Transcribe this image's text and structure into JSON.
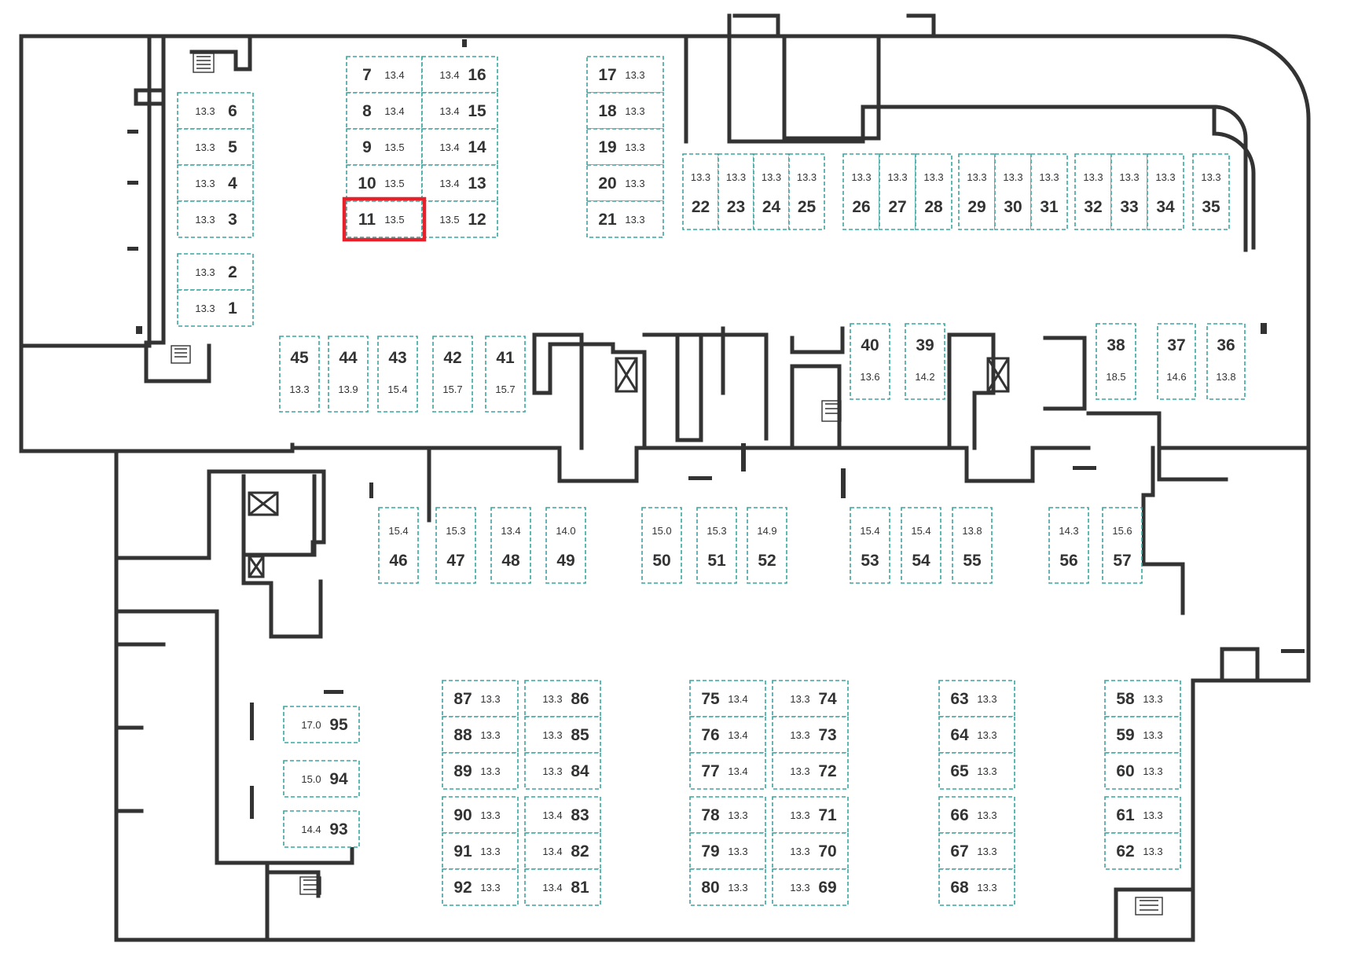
{
  "plan": {
    "highlight_color": "#e8202a",
    "space_border_color": "#3aa6a0",
    "selected_space": "11",
    "spaces": [
      {
        "n": "7",
        "a": "13.4"
      },
      {
        "n": "8",
        "a": "13.4"
      },
      {
        "n": "9",
        "a": "13.5"
      },
      {
        "n": "10",
        "a": "13.5"
      },
      {
        "n": "11",
        "a": "13.5"
      },
      {
        "n": "16",
        "a": "13.4"
      },
      {
        "n": "15",
        "a": "13.4"
      },
      {
        "n": "14",
        "a": "13.4"
      },
      {
        "n": "13",
        "a": "13.4"
      },
      {
        "n": "12",
        "a": "13.5"
      },
      {
        "n": "6",
        "a": "13.3"
      },
      {
        "n": "5",
        "a": "13.3"
      },
      {
        "n": "4",
        "a": "13.3"
      },
      {
        "n": "3",
        "a": "13.3"
      },
      {
        "n": "2",
        "a": "13.3"
      },
      {
        "n": "1",
        "a": "13.3"
      },
      {
        "n": "17",
        "a": "13.3"
      },
      {
        "n": "18",
        "a": "13.3"
      },
      {
        "n": "19",
        "a": "13.3"
      },
      {
        "n": "20",
        "a": "13.3"
      },
      {
        "n": "21",
        "a": "13.3"
      },
      {
        "n": "22",
        "a": "13.3"
      },
      {
        "n": "23",
        "a": "13.3"
      },
      {
        "n": "24",
        "a": "13.3"
      },
      {
        "n": "25",
        "a": "13.3"
      },
      {
        "n": "26",
        "a": "13.3"
      },
      {
        "n": "27",
        "a": "13.3"
      },
      {
        "n": "28",
        "a": "13.3"
      },
      {
        "n": "29",
        "a": "13.3"
      },
      {
        "n": "30",
        "a": "13.3"
      },
      {
        "n": "31",
        "a": "13.3"
      },
      {
        "n": "32",
        "a": "13.3"
      },
      {
        "n": "33",
        "a": "13.3"
      },
      {
        "n": "34",
        "a": "13.3"
      },
      {
        "n": "35",
        "a": "13.3"
      },
      {
        "n": "45",
        "a": "13.3"
      },
      {
        "n": "44",
        "a": "13.9"
      },
      {
        "n": "43",
        "a": "15.4"
      },
      {
        "n": "42",
        "a": "15.7"
      },
      {
        "n": "41",
        "a": "15.7"
      },
      {
        "n": "40",
        "a": "13.6"
      },
      {
        "n": "39",
        "a": "14.2"
      },
      {
        "n": "38",
        "a": "18.5"
      },
      {
        "n": "37",
        "a": "14.6"
      },
      {
        "n": "36",
        "a": "13.8"
      },
      {
        "n": "46",
        "a": "15.4"
      },
      {
        "n": "47",
        "a": "15.3"
      },
      {
        "n": "48",
        "a": "13.4"
      },
      {
        "n": "49",
        "a": "14.0"
      },
      {
        "n": "50",
        "a": "15.0"
      },
      {
        "n": "51",
        "a": "15.3"
      },
      {
        "n": "52",
        "a": "14.9"
      },
      {
        "n": "53",
        "a": "15.4"
      },
      {
        "n": "54",
        "a": "15.4"
      },
      {
        "n": "55",
        "a": "13.8"
      },
      {
        "n": "56",
        "a": "14.3"
      },
      {
        "n": "57",
        "a": "15.6"
      },
      {
        "n": "87",
        "a": "13.3"
      },
      {
        "n": "88",
        "a": "13.3"
      },
      {
        "n": "89",
        "a": "13.3"
      },
      {
        "n": "90",
        "a": "13.3"
      },
      {
        "n": "91",
        "a": "13.3"
      },
      {
        "n": "92",
        "a": "13.3"
      },
      {
        "n": "86",
        "a": "13.3"
      },
      {
        "n": "85",
        "a": "13.3"
      },
      {
        "n": "84",
        "a": "13.3"
      },
      {
        "n": "83",
        "a": "13.4"
      },
      {
        "n": "82",
        "a": "13.4"
      },
      {
        "n": "81",
        "a": "13.4"
      },
      {
        "n": "75",
        "a": "13.4"
      },
      {
        "n": "76",
        "a": "13.4"
      },
      {
        "n": "77",
        "a": "13.4"
      },
      {
        "n": "78",
        "a": "13.3"
      },
      {
        "n": "79",
        "a": "13.3"
      },
      {
        "n": "80",
        "a": "13.3"
      },
      {
        "n": "74",
        "a": "13.3"
      },
      {
        "n": "73",
        "a": "13.3"
      },
      {
        "n": "72",
        "a": "13.3"
      },
      {
        "n": "71",
        "a": "13.3"
      },
      {
        "n": "70",
        "a": "13.3"
      },
      {
        "n": "69",
        "a": "13.3"
      },
      {
        "n": "63",
        "a": "13.3"
      },
      {
        "n": "64",
        "a": "13.3"
      },
      {
        "n": "65",
        "a": "13.3"
      },
      {
        "n": "66",
        "a": "13.3"
      },
      {
        "n": "67",
        "a": "13.3"
      },
      {
        "n": "68",
        "a": "13.3"
      },
      {
        "n": "58",
        "a": "13.3"
      },
      {
        "n": "59",
        "a": "13.3"
      },
      {
        "n": "60",
        "a": "13.3"
      },
      {
        "n": "61",
        "a": "13.3"
      },
      {
        "n": "62",
        "a": "13.3"
      },
      {
        "n": "95",
        "a": "17.0"
      },
      {
        "n": "94",
        "a": "15.0"
      },
      {
        "n": "93",
        "a": "14.4"
      }
    ]
  }
}
